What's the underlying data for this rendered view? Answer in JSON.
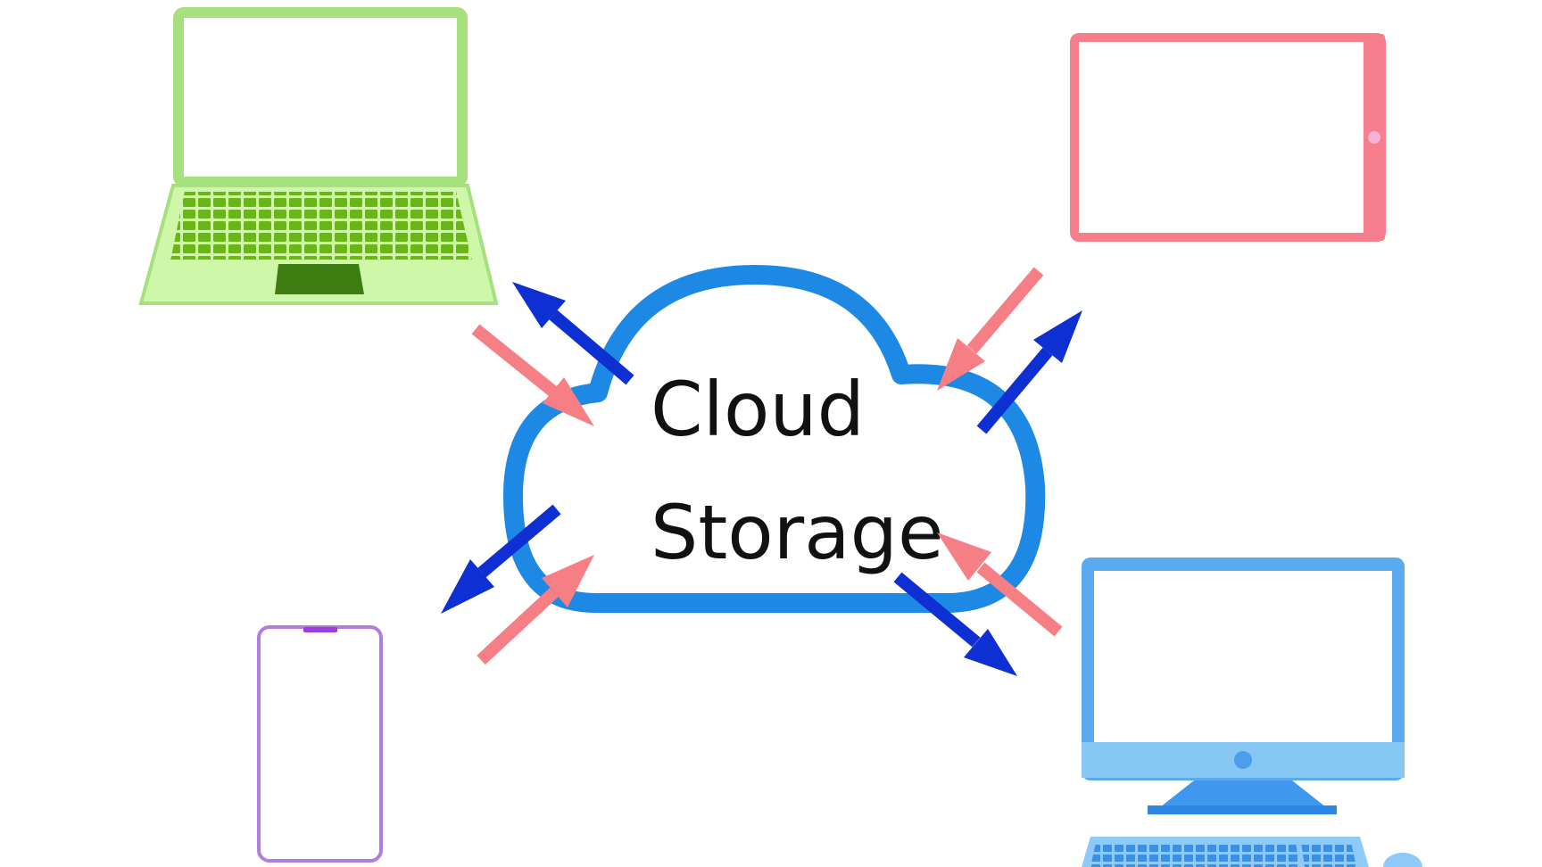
{
  "diagram": {
    "center": {
      "label_line1": "Cloud",
      "label_line2": "Storage",
      "icon": "cloud-icon"
    },
    "devices": [
      {
        "name": "laptop",
        "icon": "laptop-icon",
        "color": "#a6e07f"
      },
      {
        "name": "tablet",
        "icon": "tablet-icon",
        "color": "#f57f8c"
      },
      {
        "name": "smartphone",
        "icon": "smartphone-icon",
        "color": "#b07ee0"
      },
      {
        "name": "desktop",
        "icon": "desktop-computer-icon",
        "color": "#5aaaf0"
      }
    ],
    "arrow_colors": {
      "upload": "#f57f84",
      "download": "#0e2fd1"
    }
  }
}
